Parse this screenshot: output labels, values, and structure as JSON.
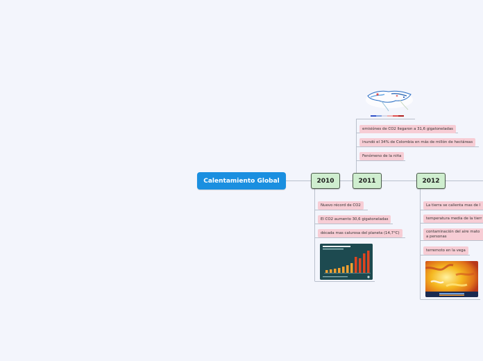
{
  "mindmap": {
    "root": {
      "label": "Calentamiento Global"
    },
    "nodes": [
      {
        "year": "2010",
        "items": [
          "Nuevo récord de CO2",
          "El CO2 aumento 30,6 gigatoneladas",
          "década mas calurosa del planeta (14,7°C)"
        ],
        "image": "co2-bar-chart-image"
      },
      {
        "year": "2011",
        "items": [
          "emisiónes de CO2 llegaron a 31,6 gigatoneladas",
          "inundó el 34% de Colombia en más de millón de hectáreas",
          "Fenómeno de la niña"
        ],
        "image": "world-temperature-map-image"
      },
      {
        "year": "2012",
        "items": [
          "La tierra se calienta mas de l",
          "temperatura media de la tierr",
          "contaminación del aire mato a personas",
          "terremoto en la vega"
        ],
        "image": "heat-map-image"
      }
    ]
  },
  "colors": {
    "root": "#1a8fe0",
    "year_node": "#cfeecf",
    "leaf": "#f7cdd5",
    "connector": "#b9c0cc",
    "background": "#f3f5fc"
  }
}
